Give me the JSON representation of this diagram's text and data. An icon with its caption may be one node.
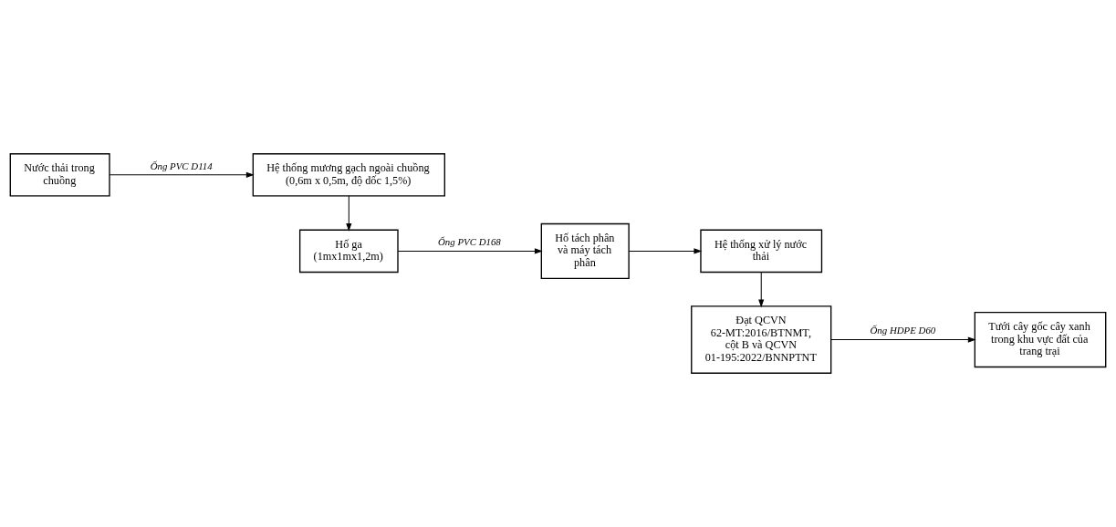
{
  "diagram": {
    "nodes": [
      {
        "text": [
          "Nước thải trong chuồng"
        ]
      },
      {
        "text": [
          "Hệ thống mương gạch ngoài chuồng",
          "(0,6m x 0,5m, độ dốc 1,5%)"
        ]
      },
      {
        "text": [
          "Hố ga",
          "(1mx1mx1,2m)"
        ]
      },
      {
        "text": [
          "Hố tách phân và máy tách phân"
        ]
      },
      {
        "text": [
          "Hệ thống xử lý nước thải"
        ]
      },
      {
        "text": [
          "Đạt QCVN 62-MT:2016/BTNMT, cột B và QCVN 01-195:2022/BNNPTNT"
        ]
      },
      {
        "text": [
          "Tưới cây gốc cây xanh trong khu vực đất của trang trại"
        ]
      }
    ],
    "edges": [
      {
        "from": 0,
        "to": 1,
        "arrow": "to",
        "label": "Ống PVC D114"
      },
      {
        "from": 1,
        "to": 2,
        "arrow": "to"
      },
      {
        "from": 2,
        "to": 3,
        "arrow": "to",
        "label": "Ống PVC D168"
      },
      {
        "from": 3,
        "to": 4,
        "arrow": "to"
      },
      {
        "from": 4,
        "to": 5,
        "arrow": "to"
      },
      {
        "from": 5,
        "to": 6,
        "arrow": "to",
        "label": "Ống HDPE D60"
      }
    ]
  }
}
